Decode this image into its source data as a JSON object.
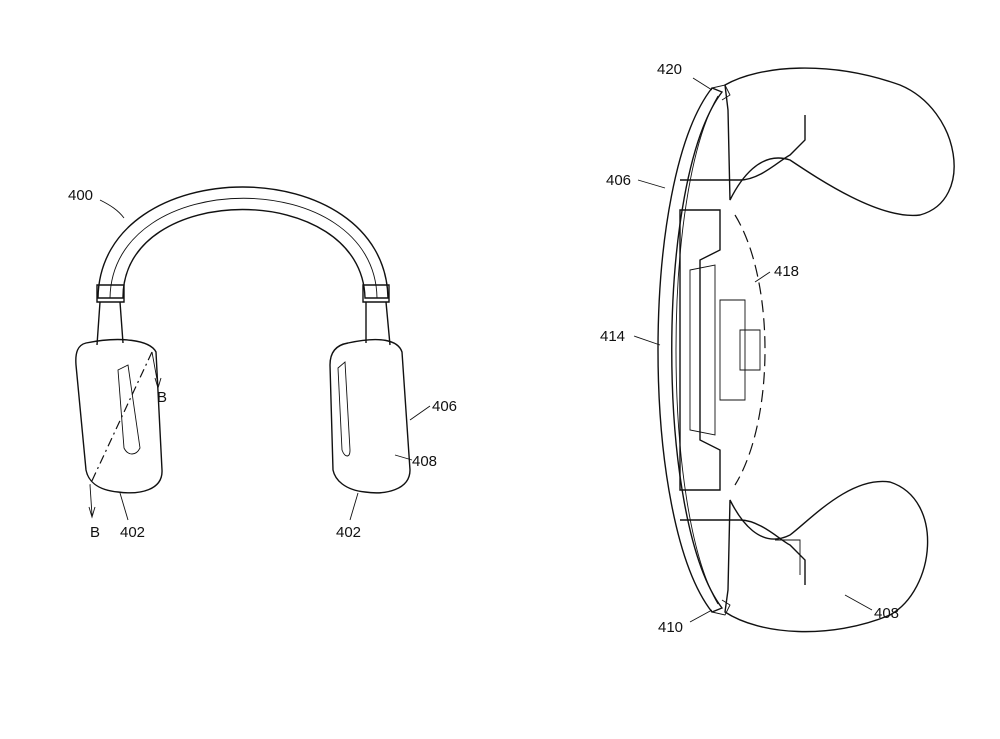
{
  "figure_left": {
    "labels": {
      "headphones": "400",
      "left_cup": "402",
      "right_cup": "402",
      "housing": "406",
      "cushion": "408",
      "section_top": "B",
      "section_bottom": "B"
    }
  },
  "figure_right": {
    "labels": {
      "top_joint": "420",
      "housing": "406",
      "speaker": "418",
      "shell": "414",
      "bottom_joint": "410",
      "cushion": "408"
    }
  }
}
